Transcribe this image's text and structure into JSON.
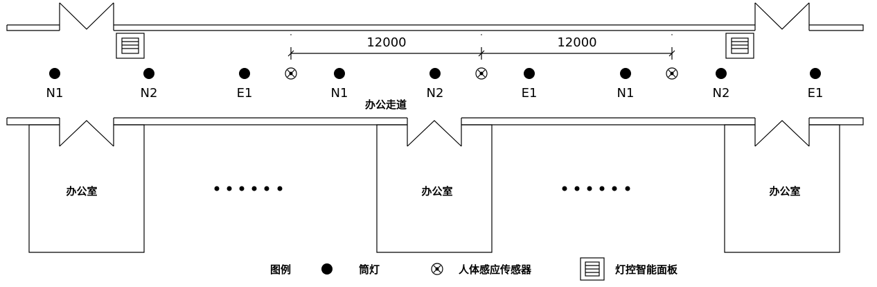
{
  "corridor_label": "办公走道",
  "office_label": "办公室",
  "dimensions": [
    {
      "value": "12000"
    },
    {
      "value": "12000"
    }
  ],
  "fixtures": [
    {
      "type": "light",
      "label": "N1"
    },
    {
      "type": "light",
      "label": "N2"
    },
    {
      "type": "light",
      "label": "E1"
    },
    {
      "type": "sensor"
    },
    {
      "type": "light",
      "label": "N1"
    },
    {
      "type": "light",
      "label": "N2"
    },
    {
      "type": "sensor"
    },
    {
      "type": "light",
      "label": "E1"
    },
    {
      "type": "light",
      "label": "N1"
    },
    {
      "type": "sensor"
    },
    {
      "type": "light",
      "label": "N2"
    },
    {
      "type": "light",
      "label": "E1"
    }
  ],
  "legend": {
    "title": "图例",
    "items": [
      {
        "icon": "downlight-icon",
        "label": "筒灯"
      },
      {
        "icon": "motion-sensor-icon",
        "label": "人体感应传感器"
      },
      {
        "icon": "smart-panel-icon",
        "label": "灯控智能面板"
      }
    ]
  },
  "colors": {
    "line": "#000000",
    "background": "#ffffff"
  }
}
